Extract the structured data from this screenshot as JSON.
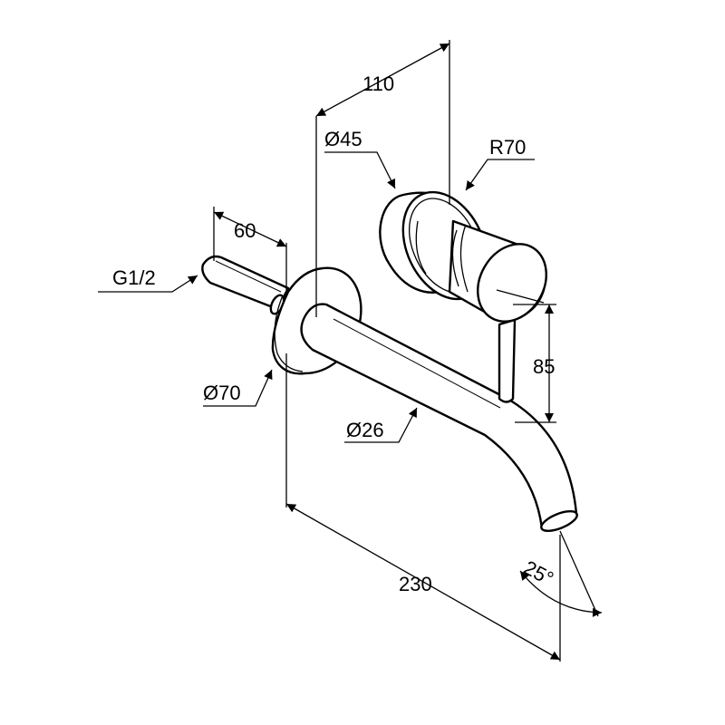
{
  "drawing": {
    "dimensions": {
      "inlet_thread": "G1/2",
      "inlet_length": "60",
      "rosette_diameter": "Ø70",
      "spout_diameter": "Ø26",
      "handle_diameter": "Ø45",
      "handle_offset": "110",
      "radius": "R70",
      "spout_height": "85",
      "projection": "230",
      "angle": "25°"
    }
  }
}
